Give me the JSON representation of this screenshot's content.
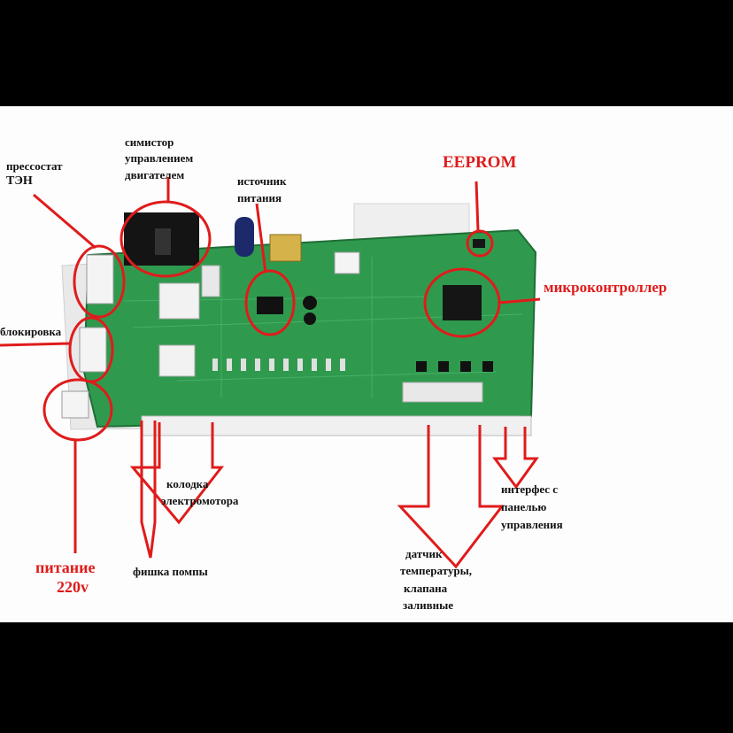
{
  "labels": {
    "pressostat": "прессостат",
    "ten": "ТЭН",
    "simistor_line1": "симистор",
    "simistor_line2": "управлением",
    "simistor_line3": "двигателем",
    "source_line1": "источник",
    "source_line2": "питания",
    "eeprom": "EEPROM",
    "mcu": "микроконтроллер",
    "blocking": "блокировка",
    "power_line1": "питание",
    "power_line2": "220v",
    "motor_line1": "колодка",
    "motor_line2": "электромотора",
    "pump": "фишка помпы",
    "sensor_line1": "датчик",
    "sensor_line2": "температуры,",
    "sensor_line3": "клапана",
    "sensor_line4": "заливные",
    "iface_line1": "интерфес с",
    "iface_line2": "панелью",
    "iface_line3": "управления"
  },
  "colors": {
    "annotation": "#e01b1b",
    "board": "#2f9a4e",
    "background": "#fdfdfd",
    "frame": "#000000"
  }
}
